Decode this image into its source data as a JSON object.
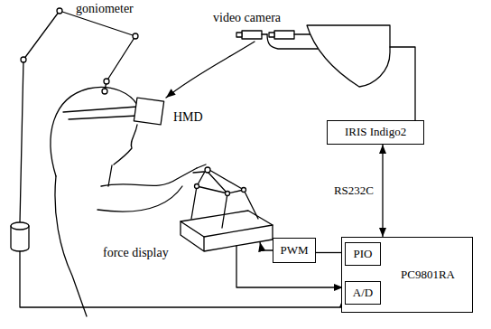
{
  "diagram": {
    "nodes": [
      {
        "text": [
          "IRIS Indigo2"
        ]
      },
      {
        "text": [
          "PWM"
        ]
      },
      {
        "text": [
          "PC9801RA"
        ]
      },
      {
        "text": [
          "PIO"
        ],
        "in": 2
      },
      {
        "text": [
          "A/D"
        ],
        "in": 2
      }
    ],
    "edges": [
      {
        "from": 0,
        "to": 2,
        "arrow": "both",
        "label": "RS232C"
      },
      {
        "from": 1,
        "to": 3,
        "arrow": "none"
      }
    ],
    "labels": [
      "goniometer",
      "video camera",
      "HMD",
      "force display"
    ]
  }
}
